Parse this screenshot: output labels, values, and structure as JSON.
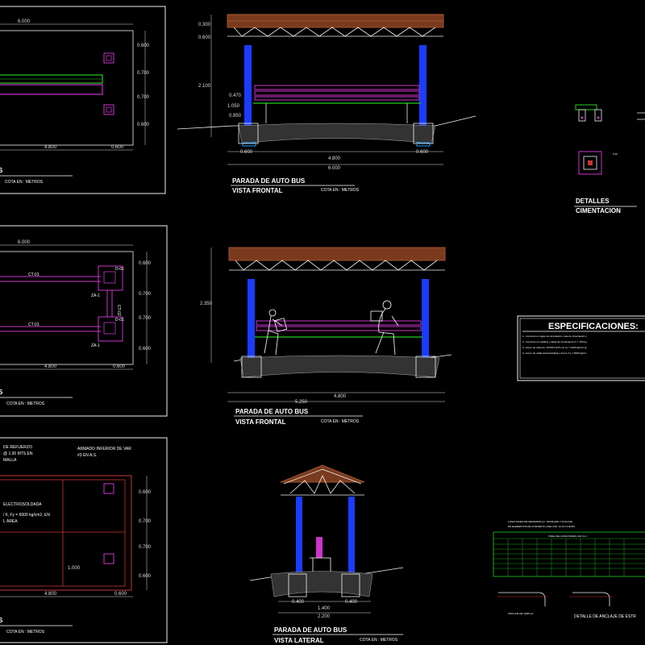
{
  "colors": {
    "background": "#000000",
    "frame": "#f2f2f2",
    "column": "#1a3cff",
    "roof": "#a0522d",
    "bench": "#cc33cc",
    "green": "#22cc22",
    "footing": "#cc33cc",
    "dimension": "#dddddd"
  },
  "left_panels": {
    "plan1": {
      "dims_top": "6.000",
      "dims_right": [
        "0.600",
        "0.700",
        "0.700",
        "0.600"
      ],
      "dims_bottom": [
        "4.800",
        "0.600"
      ],
      "title_partial": "S",
      "units": "COTA EN : METROS"
    },
    "plan2": {
      "dims_top": "6.000",
      "dims_right": [
        "0.600",
        "0.700",
        "0.700",
        "0.600"
      ],
      "dims_bottom": [
        "4.800",
        "0.600"
      ],
      "beam_top": "CT-01",
      "beam_bottom": "CT-01",
      "column_beam": "CT-02",
      "zapata_top": "ZA-1",
      "zapata_bottom": "ZA-1",
      "d_top": "D-01",
      "d_bottom": "D-01",
      "title_partial": "S",
      "units": "COTA EN : METROS"
    },
    "plan3": {
      "note1": "DE REFUERZO",
      "note2": "@ 1.00 MTS EN",
      "note3": "MALLA",
      "note4": "ARMADO INFERIOR DE VAR",
      "note5": "#3 EN A.S.",
      "note6": "ELECTROSOLDADA",
      "note7": "/ 6, Fy = 6000 kg/cm2, EN",
      "note8": "L ÁREA",
      "dims_right": [
        "0.600",
        "0.700",
        "0.700",
        "0.600"
      ],
      "dims_bottom": [
        "4.800",
        "0.600"
      ],
      "dim_mid": "1.000",
      "title_partial": "S",
      "units": "COTA EN : METROS"
    }
  },
  "view1": {
    "dim_top1": "0.300",
    "dim_top2": "0.600",
    "dim_height": "2.100",
    "dim_a": "0.470",
    "dim_b": "1.050",
    "dim_c": "0.850",
    "dim_bottom1": "0.600",
    "dim_bottom2": "0.600",
    "dim_span1": "4.800",
    "dim_span2": "6.000",
    "title": "PARADA DE AUTO BUS",
    "subtitle": "VISTA FRONTAL",
    "units": "COTA EN : METROS"
  },
  "view2": {
    "dim_height": "2.350",
    "dim_span1": "4.800",
    "dim_span2": "5.250",
    "title": "PARADA DE AUTO BUS",
    "subtitle": "VISTA FRONTAL",
    "units": "COTA EN : METROS"
  },
  "view3": {
    "dim_left": "0.400",
    "dim_right": "0.400",
    "dim_span1": "1.400",
    "dim_span2": "2.200",
    "title": "PARADA DE AUTO BUS",
    "subtitle": "VISTA LATERAL",
    "units": "COTA EN : METROS"
  },
  "details": {
    "title1": "DETALLES",
    "title2": "CIMENTACION",
    "dim": "0.40"
  },
  "specs": {
    "title": "ESPECIFICACIONES:",
    "lines": [
      "1.- Concreto en vigas de cimentación, losa de cimentación y",
      "2.- Concreto en castillos y dalas de cerramiento f'c = 150 kg",
      "3.- Acero de refuerzo: ASTM A-615 con Fy = 4200 kg/cm² gr",
      "4.- Acero de malla electrosoldada y Acero: Fy = 5000 kg/cm"
    ]
  },
  "lengths": {
    "title1": "LONGITUDES DE DESARROLLO, TRASLAPE Y ANCLAJE",
    "title2": "EN ELEMENTOS DE CONCRETO (VER CAP. 12 ACI 318-05)",
    "table_title": "TABLA DE LONGITUDES ( EN Cm )",
    "footer_left": "ANCLAJE DE VARILLA",
    "footer_right": "DETALLE DE ANCLAJE DE ESTR"
  }
}
